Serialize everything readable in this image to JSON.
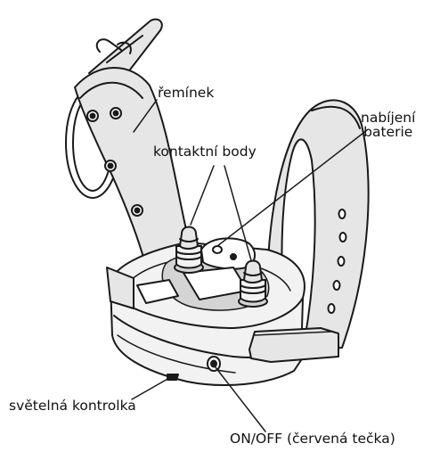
{
  "labels": {
    "strap": "řemínek",
    "contact_points": "kontaktní body",
    "battery_charging_line1": "nabíjení",
    "battery_charging_line2": "baterie",
    "indicator_light": "světelná kontrolka",
    "on_off": "ON/OFF (červená tečka)"
  },
  "colors": {
    "line": "#1a1a1a",
    "strap_fill": "#e6e6e6",
    "body_fill": "#f2f2f2",
    "shadow_fill": "#d4d4d4"
  }
}
